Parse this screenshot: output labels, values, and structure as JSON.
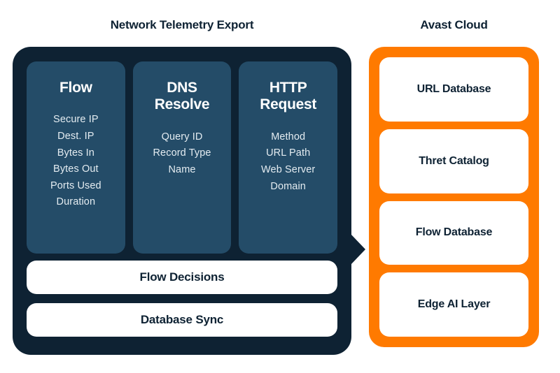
{
  "diagram": {
    "background_color": "#ffffff",
    "left_panel": {
      "title": "Network Telemetry Export",
      "panel_color": "#0E2233",
      "card_color": "#244C68",
      "columns": [
        {
          "title": "Flow",
          "items": [
            "Secure IP",
            "Dest. IP",
            "Bytes In",
            "Bytes Out",
            "Ports Used",
            "Duration"
          ]
        },
        {
          "title": "DNS Resolve",
          "items": [
            "Query ID",
            "Record Type",
            "Name"
          ]
        },
        {
          "title": "HTTP Request",
          "items": [
            "Method",
            "URL Path",
            "Web Server Domain"
          ]
        }
      ],
      "bars": [
        "Flow Decisions",
        "Database Sync"
      ]
    },
    "right_panel": {
      "title": "Avast Cloud",
      "panel_color": "#FF7A00",
      "card_color": "#ffffff",
      "cards": [
        "URL Database",
        "Thret Catalog",
        "Flow Database",
        "Edge AI Layer"
      ]
    },
    "connector": {
      "name": "arrow-right-icon",
      "direction": "left-to-right",
      "color": "#0E2233"
    }
  }
}
